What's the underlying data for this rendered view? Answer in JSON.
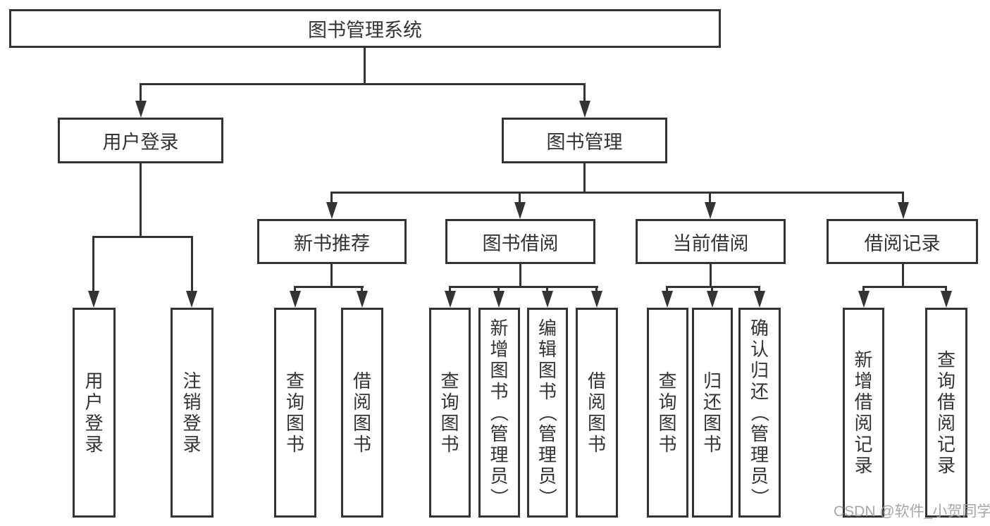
{
  "diagram": {
    "title": "图书管理系统",
    "level2": {
      "user_login": "用户登录",
      "book_mgmt": "图书管理"
    },
    "level3": {
      "new_book": "新书推荐",
      "book_borrow": "图书借阅",
      "current_borrow": "当前借阅",
      "borrow_record": "借阅记录"
    },
    "leaves": {
      "login": [
        "用户登录",
        "注销登录"
      ],
      "new_book": [
        "查询图书",
        "借阅图书"
      ],
      "book_borrow": [
        "查询图书",
        "新增图书（管理员）",
        "编辑图书（管理员）",
        "借阅图书"
      ],
      "current_borrow": [
        "查询图书",
        "归还图书",
        "确认归还（管理员）"
      ],
      "borrow_record": [
        "新增借阅记录",
        "查询借阅记录"
      ]
    }
  },
  "watermark": "CSDN @软件_小贺同学",
  "colors": {
    "line": "#333333",
    "text": "#333333",
    "watermark": "#9e9e9e",
    "background": "#ffffff"
  }
}
